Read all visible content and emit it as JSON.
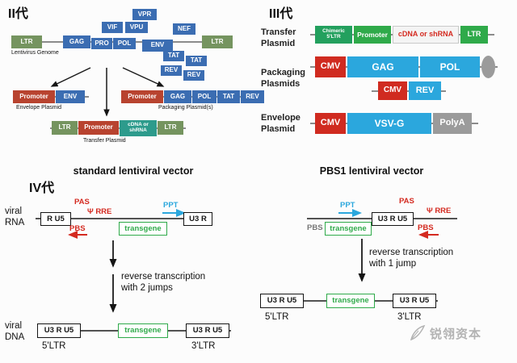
{
  "colors": {
    "gen2_blue": "#3b6db2",
    "gen2_green": "#75945f",
    "gen2_red": "#b8432f",
    "gen2_teal": "#2d9b8c",
    "gen3_green": "#2faa4a",
    "gen3_red": "#d02b20",
    "gen3_blue": "#2ba7dd",
    "gen3_gray": "#9b9b9b",
    "annot_red": "#d42a20",
    "annot_cyan": "#2ba7dd"
  },
  "gen2": {
    "title": "II代",
    "genome_label": "Lentivirus Genome",
    "ltr": "LTR",
    "gag": "GAG",
    "pro": "PRO",
    "pol": "POL",
    "vif": "VIF",
    "vpu": "VPU",
    "vpr": "VPR",
    "nef": "NEF",
    "env": "ENV",
    "tat": "TAT",
    "rev": "REV",
    "promoter": "Promoter",
    "cdna": "cDNA or\nshRNA",
    "envelope_label": "Envelope Plasmid",
    "packaging_label": "Packaging Plasmid(s)",
    "transfer_label": "Transfer Plasmid"
  },
  "gen3": {
    "title": "III代",
    "transfer_label": "Transfer\nPlasmid",
    "packaging_label": "Packaging\nPlasmids",
    "envelope_label": "Envelope\nPlasmid",
    "chimeric_ltr": "Chimeric\n5'LTR",
    "promoter": "Promoter",
    "cdna": "cDNA or shRNA",
    "ltr": "LTR",
    "cmv": "CMV",
    "gag": "GAG",
    "pol": "POL",
    "rev": "REV",
    "vsvg": "VSV-G",
    "polya": "PolyA"
  },
  "gen4": {
    "title": "IV代",
    "left_title": "standard lentiviral vector",
    "right_title": "PBS1 lentiviral vector",
    "viral_rna": "viral\nRNA",
    "viral_dna": "viral\nDNA",
    "r_u5": "R U5",
    "u3_r": "U3 R",
    "u3_r_u5": "U3 R U5",
    "transgene": "transgene",
    "pas": "PAS",
    "pbs": "PBS",
    "psi_rre": "Ψ RRE",
    "ppt": "PPT",
    "rt_left": "reverse transcription\nwith 2 jumps",
    "rt_right": "reverse transcription\nwith 1 jump",
    "ltr5": "5'LTR",
    "ltr3": "3'LTR"
  },
  "watermark": "锐翎资本"
}
